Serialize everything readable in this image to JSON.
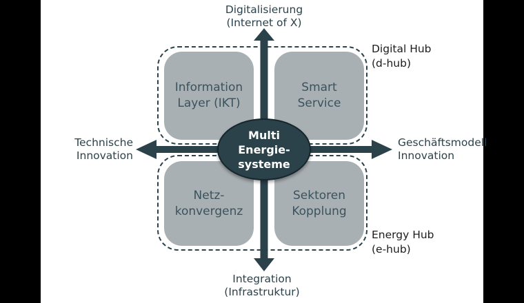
{
  "colors": {
    "bar": "#000000",
    "dark": "#2b424b",
    "box_fill": "#a9b0b3",
    "box_text": "#3b525c",
    "ellipse_fill": "#2b424b",
    "ellipse_border": "#16262c",
    "hub_text": "#1c1c1c"
  },
  "axes": {
    "top": {
      "line1": "Digitalisierung",
      "line2": "(Internet of X)"
    },
    "bottom": {
      "line1": "Integration",
      "line2": "(Infrastruktur)"
    },
    "left": {
      "line1": "Technische",
      "line2": "Innovation"
    },
    "right": {
      "line1": "Geschäftsmodell",
      "line2": "Innovation"
    }
  },
  "quadrants": [
    {
      "id": "top-left",
      "line1": "Information",
      "line2": "Layer (IKT)"
    },
    {
      "id": "top-right",
      "line1": "Smart",
      "line2": "Service"
    },
    {
      "id": "bottom-left",
      "line1": "Netz-",
      "line2": "konvergenz"
    },
    {
      "id": "bottom-right",
      "line1": "Sektoren",
      "line2": "Kopplung"
    }
  ],
  "center": {
    "line1": "Multi",
    "line2": "Energie-",
    "line3": "systeme"
  },
  "hubs": {
    "digital": {
      "line1": "Digital Hub",
      "line2": "(d-hub)"
    },
    "energy": {
      "line1": "Energy Hub",
      "line2": "(e-hub)"
    }
  }
}
